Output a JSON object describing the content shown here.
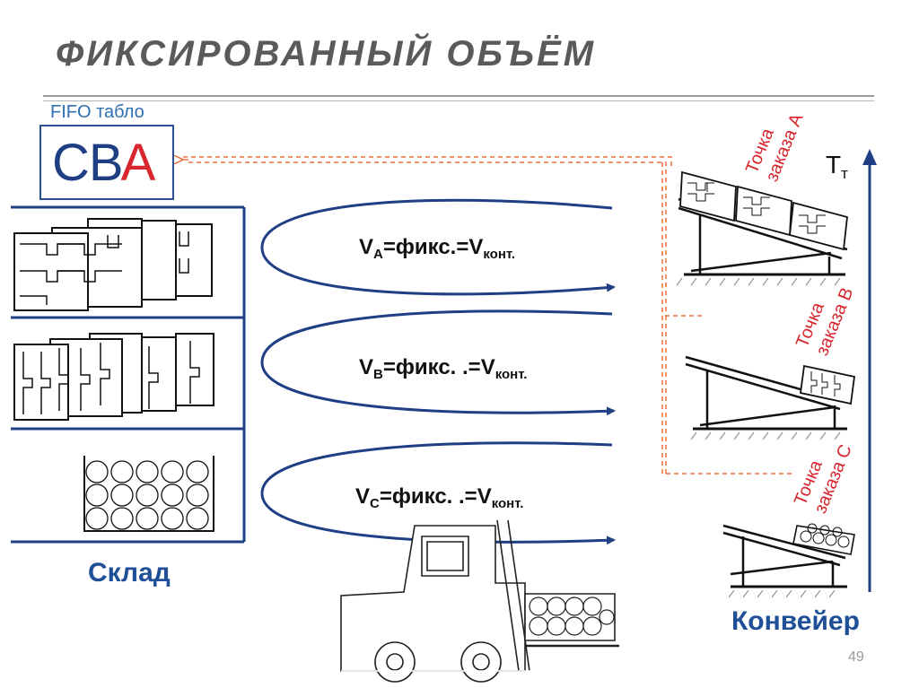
{
  "title": "ФИКСИРОВАННЫЙ ОБЪЁМ",
  "fifo": {
    "label": "FIFO табло",
    "letters_dark": "СВ",
    "letter_red": "А"
  },
  "formulas": [
    {
      "v": "V",
      "sub": "A",
      "mid": "=фикс.=V",
      "sub2": "конт."
    },
    {
      "v": "V",
      "sub": "B",
      "mid": "=фикс. .=V",
      "sub2": "конт."
    },
    {
      "v": "V",
      "sub": "C",
      "mid": "=фикс. .=V",
      "sub2": "конт."
    }
  ],
  "warehouse_label": "Склад",
  "conveyor_label": "Конвейер",
  "time_axis": {
    "symbol": "T",
    "sub": "т"
  },
  "order_points": [
    {
      "line1": "Точка",
      "line2": "заказа А"
    },
    {
      "line1": "Точка",
      "line2": "заказа В"
    },
    {
      "line1": "Точка",
      "line2": "заказа С"
    }
  ],
  "page_number": "49",
  "colors": {
    "primary_blue": "#2a4f91",
    "accent_red": "#d8262e",
    "signal_orange": "#e8703a"
  }
}
